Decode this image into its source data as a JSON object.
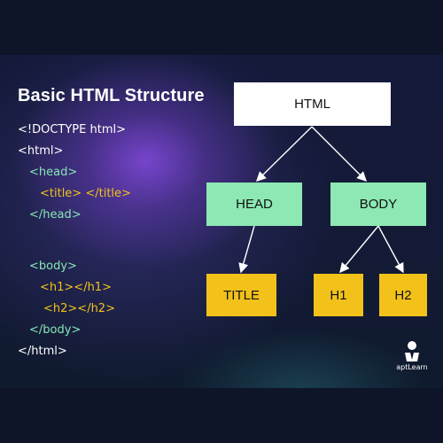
{
  "heading": "Basic HTML Structure",
  "code_lines": [
    {
      "text": "<!DOCTYPE html>",
      "color": "white"
    },
    {
      "text": "<html>",
      "color": "white"
    },
    {
      "text": "<head>",
      "color": "green"
    },
    {
      "text": "<title> </title>",
      "color": "yellow"
    },
    {
      "text": "</head>",
      "color": "green"
    },
    {
      "text": "<body>",
      "color": "green"
    },
    {
      "text": "<h1></h1>",
      "color": "yellow"
    },
    {
      "text": "<h2></h2>",
      "color": "yellow"
    },
    {
      "text": "</body>",
      "color": "green"
    },
    {
      "text": "</html>",
      "color": "white"
    }
  ],
  "tree": {
    "root": "HTML",
    "level1": [
      "HEAD",
      "BODY"
    ],
    "head_child": "TITLE",
    "body_children": [
      "H1",
      "H2"
    ]
  },
  "colors": {
    "background": "#0f1529",
    "accent_purple": "#7b46d2",
    "node_root": "#ffffff",
    "node_level1": "#8de8b3",
    "node_level2": "#f2c21b",
    "code_tag_green": "#86e5b4",
    "code_tag_yellow": "#f2c21b"
  },
  "brand": {
    "name": "aptLearn",
    "icon": "mascot-icon"
  }
}
